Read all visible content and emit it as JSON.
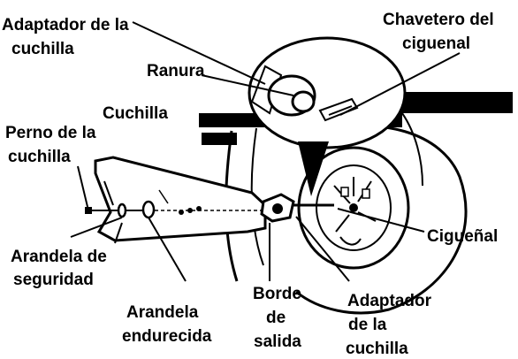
{
  "labels": {
    "adaptador_top_1": "Adaptador de la",
    "adaptador_top_2": "cuchilla",
    "chavetero_1": "Chavetero del",
    "chavetero_2": "ciguenal",
    "ranura": "Ranura",
    "cuchilla": "Cuchilla",
    "perno_1": "Perno de la",
    "perno_2": "cuchilla",
    "ciguenal": "Cigueñal",
    "arandela_seg_1": "Arandela de",
    "arandela_seg_2": "seguridad",
    "borde_1": "Borde",
    "borde_2": "de",
    "borde_3": "salida",
    "adaptador_bot_1": "Adaptador",
    "adaptador_bot_2": "de la",
    "adaptador_bot_3": "cuchilla",
    "arandela_end_1": "Arandela",
    "arandela_end_2": "endurecida"
  },
  "icons": [
    "blade-icon",
    "bolt-icon",
    "washer-icon",
    "adapter-icon",
    "crankshaft-icon",
    "mower-deck-icon",
    "magnifier-ellipse-icon"
  ]
}
